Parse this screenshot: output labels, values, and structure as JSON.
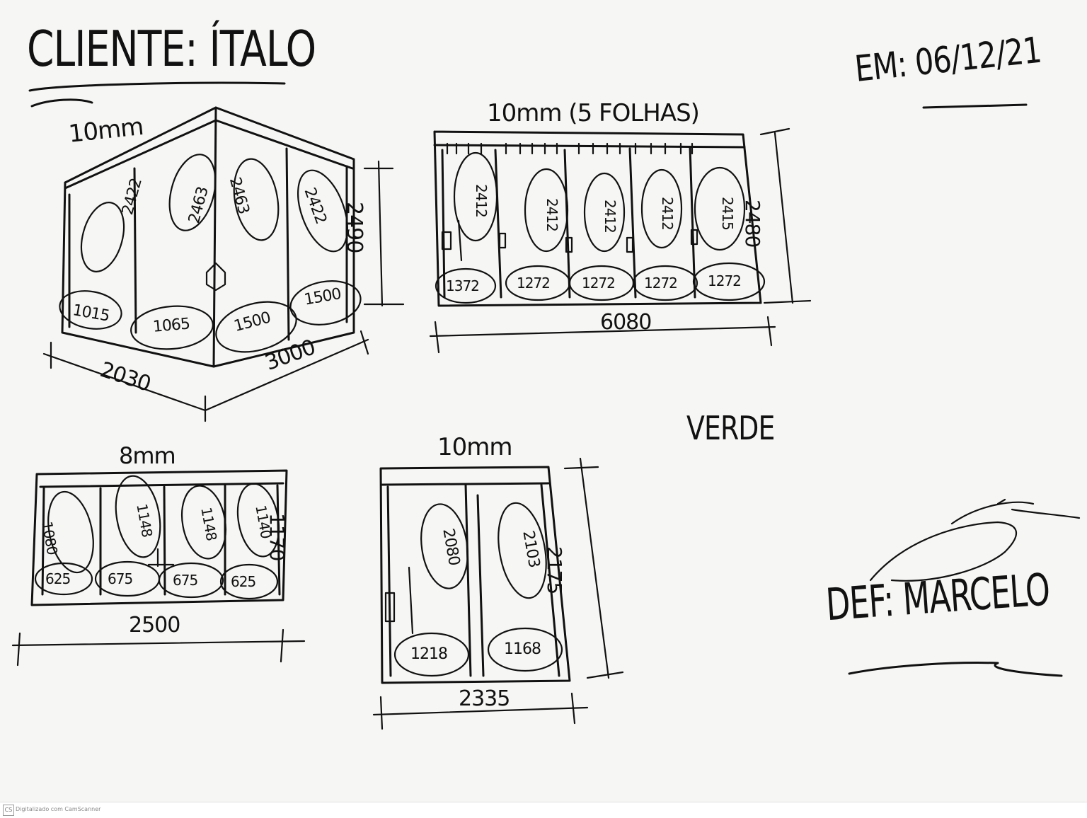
{
  "header": {
    "client": "CLIENTE: ÍTALO",
    "date": "EM: 06/12/21",
    "color_note": "VERDE",
    "signature_label": "DEF: MARCELO"
  },
  "drawings": [
    {
      "id": "box_3d",
      "thickness": "10mm",
      "height": "2490",
      "widths": [
        "2030",
        "3000"
      ],
      "panel_heights": [
        "2422",
        "2463",
        "2463",
        "2422"
      ],
      "panel_widths": [
        "1015",
        "1065",
        "1500",
        "1500"
      ]
    },
    {
      "id": "front_5_panels",
      "thickness": "10mm (5 FOLHAS)",
      "height": "2480",
      "width": "6080",
      "panel_heights": [
        "2412",
        "2412",
        "2412",
        "2412",
        "2415"
      ],
      "panel_widths": [
        "1372",
        "1272",
        "1272",
        "1272",
        "1272"
      ]
    },
    {
      "id": "front_4_panels",
      "thickness": "8mm",
      "height": "1170",
      "width": "2500",
      "panel_heights": [
        "1080",
        "1148",
        "1148",
        "1140"
      ],
      "panel_widths": [
        "625",
        "675",
        "675",
        "625"
      ]
    },
    {
      "id": "front_2_panels",
      "thickness": "10mm",
      "height": "2175",
      "width": "2335",
      "panel_heights": [
        "2080",
        "2103"
      ],
      "panel_widths": [
        "1218",
        "1168"
      ]
    }
  ],
  "footer": {
    "scanner_logo": "CS",
    "scanner_text": "Digitalizado com CamScanner"
  }
}
